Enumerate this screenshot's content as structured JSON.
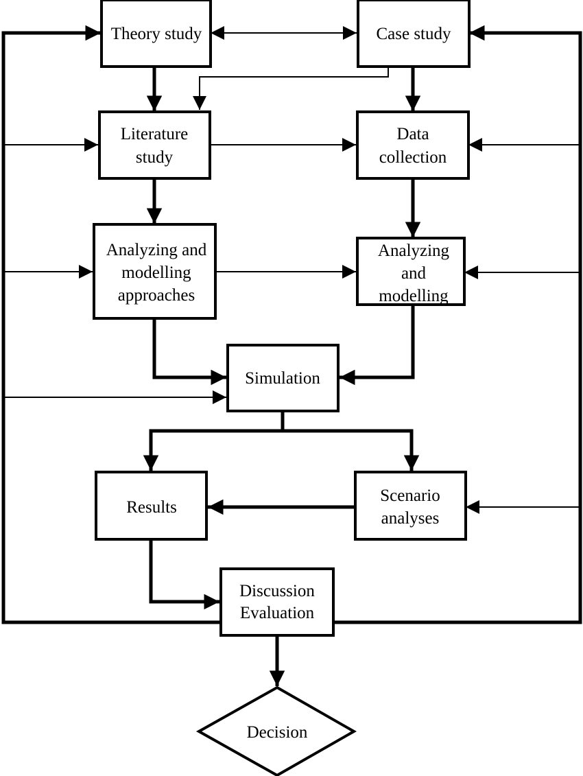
{
  "nodes": {
    "theory_study": {
      "lines": [
        "Theory study"
      ]
    },
    "case_study": {
      "lines": [
        "Case study"
      ]
    },
    "literature_study": {
      "lines": [
        "Literature",
        "study"
      ]
    },
    "data_collection": {
      "lines": [
        "Data",
        "collection"
      ]
    },
    "analyzing_modelling_approaches": {
      "lines": [
        "Analyzing and",
        "modelling",
        "approaches"
      ]
    },
    "analyzing_modelling": {
      "lines": [
        "Analyzing",
        "and",
        "modelling"
      ]
    },
    "simulation": {
      "lines": [
        "Simulation"
      ]
    },
    "results": {
      "lines": [
        "Results"
      ]
    },
    "scenario_analyses": {
      "lines": [
        "Scenario",
        "analyses"
      ]
    },
    "discussion_evaluation": {
      "lines": [
        "Discussion",
        "Evaluation"
      ]
    },
    "decision": {
      "lines": [
        "Decision"
      ]
    }
  },
  "edges": [
    {
      "from": "theory_study",
      "to": "case_study",
      "style": "thin",
      "bidirectional": true
    },
    {
      "from": "theory_study",
      "to": "literature_study",
      "style": "thick"
    },
    {
      "from": "case_study",
      "to": "data_collection",
      "style": "thick"
    },
    {
      "from": "case_study",
      "to": "literature_study",
      "style": "thin"
    },
    {
      "from": "literature_study",
      "to": "data_collection",
      "style": "thin"
    },
    {
      "from": "literature_study",
      "to": "analyzing_modelling_approaches",
      "style": "thick"
    },
    {
      "from": "data_collection",
      "to": "analyzing_modelling",
      "style": "thick"
    },
    {
      "from": "analyzing_modelling_approaches",
      "to": "analyzing_modelling",
      "style": "thin"
    },
    {
      "from": "analyzing_modelling_approaches",
      "to": "simulation",
      "style": "thick"
    },
    {
      "from": "analyzing_modelling",
      "to": "simulation",
      "style": "thick"
    },
    {
      "from": "simulation",
      "to": "results",
      "style": "thick"
    },
    {
      "from": "simulation",
      "to": "scenario_analyses",
      "style": "thick"
    },
    {
      "from": "scenario_analyses",
      "to": "results",
      "style": "thick"
    },
    {
      "from": "results",
      "to": "discussion_evaluation",
      "style": "thick"
    },
    {
      "from": "discussion_evaluation",
      "to": "decision",
      "style": "thick"
    },
    {
      "from": "discussion_evaluation",
      "to": "theory_study",
      "style": "thick",
      "feedback": "left-loop"
    },
    {
      "from": "discussion_evaluation",
      "to": "case_study",
      "style": "thick",
      "feedback": "right-loop"
    },
    {
      "from": "left-loop",
      "to": "literature_study",
      "style": "thin"
    },
    {
      "from": "left-loop",
      "to": "analyzing_modelling_approaches",
      "style": "thin"
    },
    {
      "from": "left-loop",
      "to": "simulation",
      "style": "thin"
    },
    {
      "from": "right-loop",
      "to": "data_collection",
      "style": "thin"
    },
    {
      "from": "right-loop",
      "to": "analyzing_modelling",
      "style": "thin"
    },
    {
      "from": "right-loop",
      "to": "scenario_analyses",
      "style": "thin"
    }
  ]
}
